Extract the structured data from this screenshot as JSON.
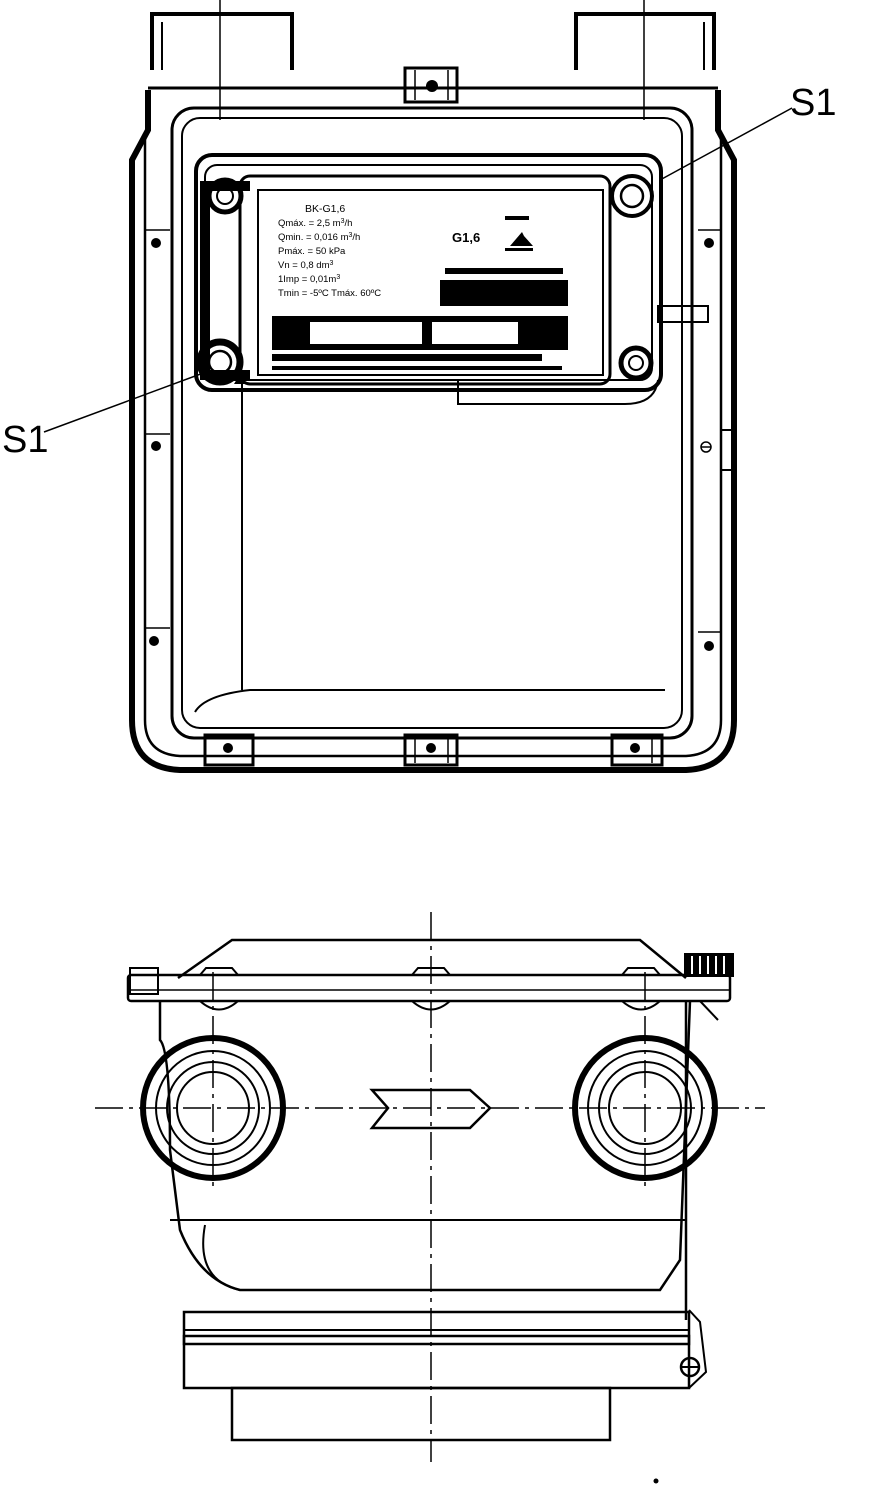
{
  "callouts": {
    "top_right": "S1",
    "left": "S1"
  },
  "nameplate": {
    "model": "BK-G1,6",
    "size": "G1,6",
    "lines": [
      {
        "label": "Qmáx. = 2,5 m",
        "sup": "3",
        "rest": "/h"
      },
      {
        "label": "Qmin. = 0,016 m",
        "sup": "3",
        "rest": "/h"
      },
      {
        "label": "Pmáx. = 50 kPa",
        "sup": "",
        "rest": ""
      },
      {
        "label": "Vn = 0,8 dm",
        "sup": "3",
        "rest": ""
      },
      {
        "label": "1Imp = 0,01m",
        "sup": "3",
        "rest": ""
      },
      {
        "label": "Tmin = -5ºC  Tmáx. 60ºC",
        "sup": "",
        "rest": ""
      }
    ]
  },
  "colors": {
    "ink": "#000000",
    "paper": "#ffffff"
  },
  "icons": [
    "manufacturer-logo-icon",
    "screw-head-icon",
    "flow-direction-arrow-icon"
  ]
}
